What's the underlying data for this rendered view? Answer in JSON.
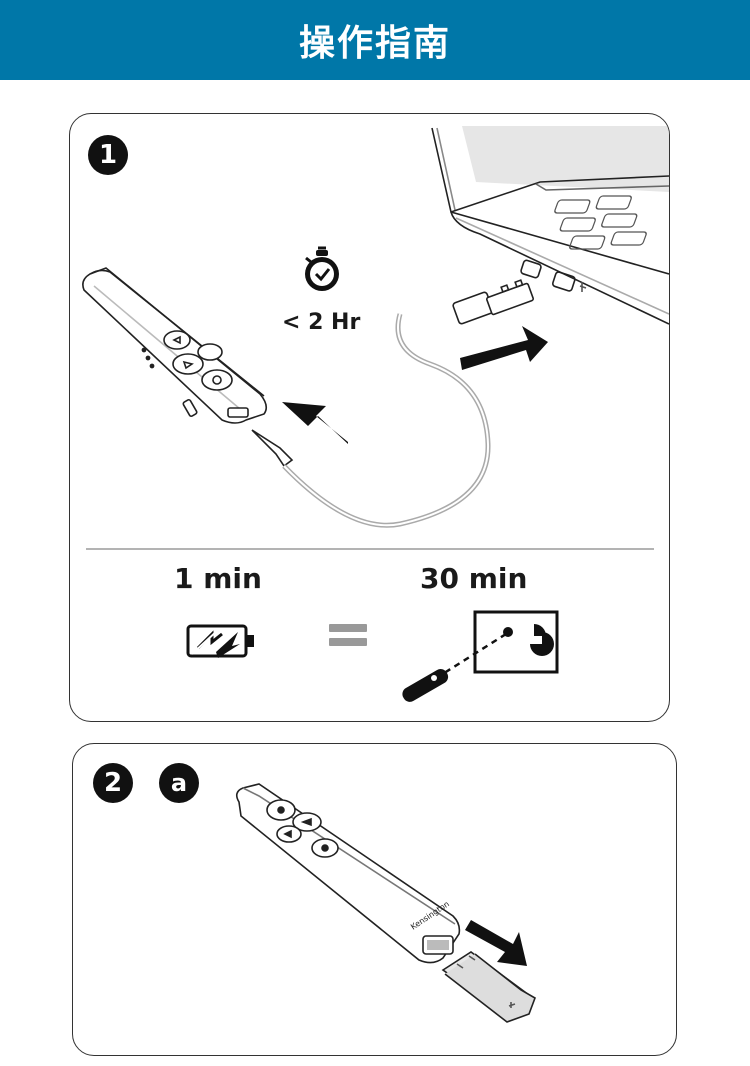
{
  "header": {
    "title": "操作指南"
  },
  "step1": {
    "number": "1",
    "charge_time_label": "< 2 Hr",
    "charge_duration_label": "1 min",
    "use_duration_label": "30 min"
  },
  "step2": {
    "number": "2",
    "sub_letter": "a"
  },
  "brand": {
    "name": "Kensington"
  },
  "colors": {
    "header_bg": "#0077a8",
    "ink": "#111111",
    "line": "#9a9a9a"
  }
}
